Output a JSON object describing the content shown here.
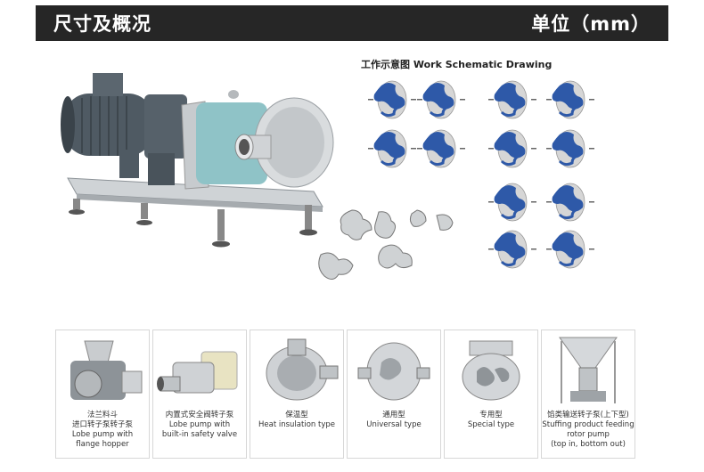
{
  "header": {
    "title_left": "尺寸及概况",
    "title_right": "单位（mm）"
  },
  "schematic": {
    "title_cn": "工作示意图",
    "title_en": "Work Schematic Drawing"
  },
  "products": [
    {
      "lines": [
        "法兰料斗",
        "进口转子泵转子泵",
        "Lobe pump with",
        "flange hopper"
      ]
    },
    {
      "lines": [
        "内置式安全阀转子泵",
        "Lobe pump with",
        "built-in safety valve"
      ]
    },
    {
      "lines": [
        "保温型",
        "Heat insulation type"
      ]
    },
    {
      "lines": [
        "通用型",
        "Universal type"
      ]
    },
    {
      "lines": [
        "专用型",
        "Special type"
      ]
    },
    {
      "lines": [
        "馅类输送转子泵(上下型)",
        "Stuffing product feeding",
        "rotor pump",
        "(top in, bottom out)"
      ]
    }
  ],
  "colors": {
    "header_bg": "#262626",
    "lobe_blue": "#2e59a8",
    "pump_teal": "#8fc3c7",
    "motor_gray": "#4f5a63"
  }
}
